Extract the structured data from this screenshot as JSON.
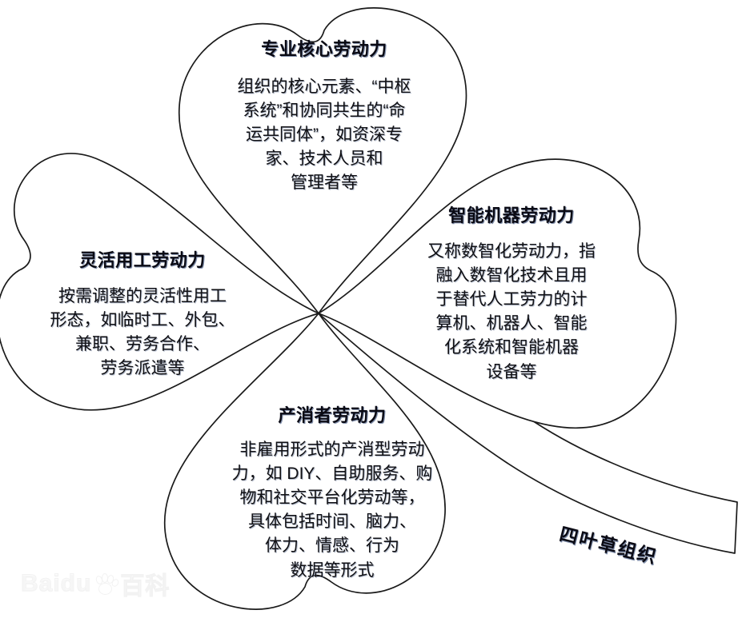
{
  "diagram": {
    "type": "four-leaf-clover",
    "stem_label": "四叶草组织",
    "leaves": [
      {
        "id": "professional-core",
        "position": "top",
        "title": "专业核心劳动力",
        "body_lines": [
          "组织的核心元素、“中枢",
          "系统”和协同共生的“命",
          "运共同体”，如资深专",
          "家、技术人员和",
          "管理者等"
        ]
      },
      {
        "id": "flexible-employment",
        "position": "left",
        "title": "灵活用工劳动力",
        "body_lines": [
          "按需调整的灵活性用工",
          "形态，如临时工、外包、",
          "兼职、劳务合作、",
          "劳务派遣等"
        ]
      },
      {
        "id": "intelligent-machine",
        "position": "right",
        "title": "智能机器劳动力",
        "body_lines": [
          "又称数智化劳动力，指",
          "融入数智化技术且用",
          "于替代人工劳力的计",
          "算机、机器人、智能",
          "化系统和智能机器",
          "设备等"
        ]
      },
      {
        "id": "prosumer",
        "position": "bottom",
        "title": "产消者劳动力",
        "body_lines": [
          "非雇用形式的产消型劳动",
          "力，如 DIY、自助服务、购",
          "物和社交平台化劳动等，",
          "具体包括时间、脑力、",
          "体力、情感、行为",
          "数据等形式"
        ]
      }
    ]
  },
  "watermark": {
    "latin": "Baidu",
    "chinese": "百科"
  },
  "colors": {
    "background": "#ffffff",
    "outline": "#1a1a1a",
    "text": "#0a0a14",
    "text_shadow": "#6c7c9e",
    "watermark": "#f2f2f2"
  }
}
